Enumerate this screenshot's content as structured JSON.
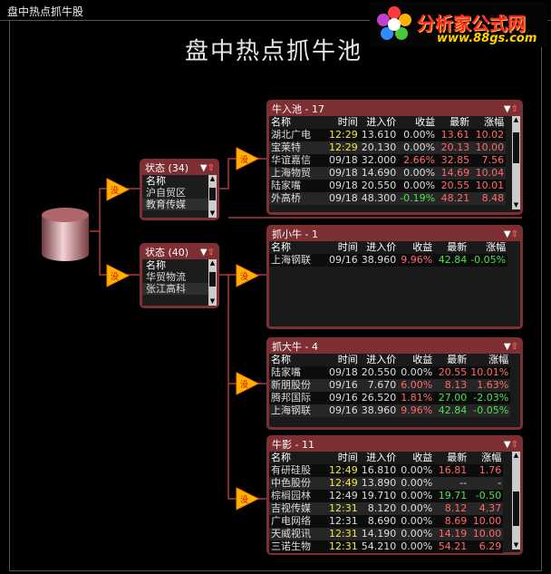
{
  "window": {
    "title": "盘中热点抓牛股"
  },
  "header": {
    "title": "盘中热点抓牛池"
  },
  "logo": {
    "text_cn": "分析家公式网",
    "text_url": "www.88gs.com"
  },
  "colors": {
    "accent": "#7d2f33",
    "up": "#ff6a6a",
    "down": "#4fe04f",
    "time_recent": "#f2e84a"
  },
  "state1": {
    "title": "状态 (34)",
    "header": "名称",
    "items": [
      "沪自贸区",
      "教育传媒"
    ]
  },
  "state2": {
    "title": "状态 (40)",
    "header": "名称",
    "items": [
      "华贸物流",
      "张江高科"
    ]
  },
  "panels": [
    {
      "title": "牛入池 - 17",
      "columns": [
        "名称",
        "时间",
        "进入价",
        "收益",
        "最新",
        "涨幅"
      ],
      "rows": [
        {
          "name": "湖北广电",
          "time": "12:29",
          "price": "13.610",
          "profit": "0.00%",
          "latest": "13.61",
          "change": "10.02",
          "tc": "y",
          "pc": "w",
          "lc": "r",
          "cc": "r"
        },
        {
          "name": "宝莱特",
          "time": "12:29",
          "price": "20.130",
          "profit": "0.00%",
          "latest": "20.13",
          "change": "10.00",
          "tc": "y",
          "pc": "w",
          "lc": "r",
          "cc": "r"
        },
        {
          "name": "华谊嘉信",
          "time": "09/18",
          "price": "32.000",
          "profit": "2.66%",
          "latest": "32.85",
          "change": "7.56",
          "tc": "w",
          "pc": "r",
          "lc": "r",
          "cc": "r"
        },
        {
          "name": "上海物贸",
          "time": "09/18",
          "price": "14.690",
          "profit": "0.00%",
          "latest": "14.69",
          "change": "10.04",
          "tc": "w",
          "pc": "w",
          "lc": "r",
          "cc": "r"
        },
        {
          "name": "陆家嘴",
          "time": "09/18",
          "price": "20.550",
          "profit": "0.00%",
          "latest": "20.55",
          "change": "10.01",
          "tc": "w",
          "pc": "w",
          "lc": "r",
          "cc": "r"
        },
        {
          "name": "外高桥",
          "time": "09/18",
          "price": "48.300",
          "profit": "-0.19%",
          "latest": "48.21",
          "change": "8.48",
          "tc": "w",
          "pc": "g",
          "lc": "r",
          "cc": "r"
        }
      ]
    },
    {
      "title": "抓小牛 - 1",
      "columns": [
        "名称",
        "时间",
        "进入价",
        "收益",
        "最新",
        "涨幅"
      ],
      "rows": [
        {
          "name": "上海钢联",
          "time": "09/16",
          "price": "38.960",
          "profit": "9.96%",
          "latest": "42.84",
          "change": "-0.05%",
          "tc": "w",
          "pc": "r",
          "lc": "g",
          "cc": "g"
        }
      ]
    },
    {
      "title": "抓大牛 - 4",
      "columns": [
        "名称",
        "时间",
        "进入价",
        "收益",
        "最新",
        "涨幅"
      ],
      "rows": [
        {
          "name": "陆家嘴",
          "time": "09/18",
          "price": "20.550",
          "profit": "0.00%",
          "latest": "20.55",
          "change": "10.01%",
          "tc": "w",
          "pc": "w",
          "lc": "r",
          "cc": "r"
        },
        {
          "name": "新朋股份",
          "time": "09/16",
          "price": "7.670",
          "profit": "6.00%",
          "latest": "8.13",
          "change": "1.63%",
          "tc": "w",
          "pc": "r",
          "lc": "r",
          "cc": "r"
        },
        {
          "name": "腾邦国际",
          "time": "09/16",
          "price": "26.520",
          "profit": "1.81%",
          "latest": "27.00",
          "change": "-2.03%",
          "tc": "w",
          "pc": "r",
          "lc": "g",
          "cc": "g"
        },
        {
          "name": "上海钢联",
          "time": "09/16",
          "price": "38.960",
          "profit": "9.96%",
          "latest": "42.84",
          "change": "-0.05%",
          "tc": "w",
          "pc": "r",
          "lc": "g",
          "cc": "g"
        }
      ]
    },
    {
      "title": "牛影 - 11",
      "columns": [
        "名称",
        "时间",
        "进入价",
        "收益",
        "最新",
        "涨幅"
      ],
      "rows": [
        {
          "name": "有研硅股",
          "time": "12:49",
          "price": "16.810",
          "profit": "0.00%",
          "latest": "16.81",
          "change": "1.76",
          "tc": "y",
          "pc": "w",
          "lc": "r",
          "cc": "r"
        },
        {
          "name": "中色股份",
          "time": "12:49",
          "price": "13.890",
          "profit": "0.00%",
          "latest": "--",
          "change": "-",
          "tc": "y",
          "pc": "w",
          "lc": "w",
          "cc": "w"
        },
        {
          "name": "棕榈园林",
          "time": "12:49",
          "price": "19.710",
          "profit": "0.00%",
          "latest": "19.71",
          "change": "-0.50",
          "tc": "w",
          "pc": "w",
          "lc": "g",
          "cc": "g"
        },
        {
          "name": "吉视传媒",
          "time": "12:31",
          "price": "8.120",
          "profit": "0.00%",
          "latest": "8.12",
          "change": "4.37",
          "tc": "y",
          "pc": "w",
          "lc": "r",
          "cc": "r"
        },
        {
          "name": "广电网络",
          "time": "12:31",
          "price": "8.690",
          "profit": "0.00%",
          "latest": "8.69",
          "change": "10.00",
          "tc": "w",
          "pc": "w",
          "lc": "r",
          "cc": "r"
        },
        {
          "name": "天威视讯",
          "time": "12:31",
          "price": "14.190",
          "profit": "0.00%",
          "latest": "14.19",
          "change": "10.00",
          "tc": "y",
          "pc": "w",
          "lc": "r",
          "cc": "r"
        },
        {
          "name": "三诺生物",
          "time": "12:31",
          "price": "54.210",
          "profit": "0.00%",
          "latest": "54.21",
          "change": "6.29",
          "tc": "y",
          "pc": "w",
          "lc": "r",
          "cc": "r"
        }
      ]
    }
  ],
  "condition_icon": "condition-triangle-icon"
}
